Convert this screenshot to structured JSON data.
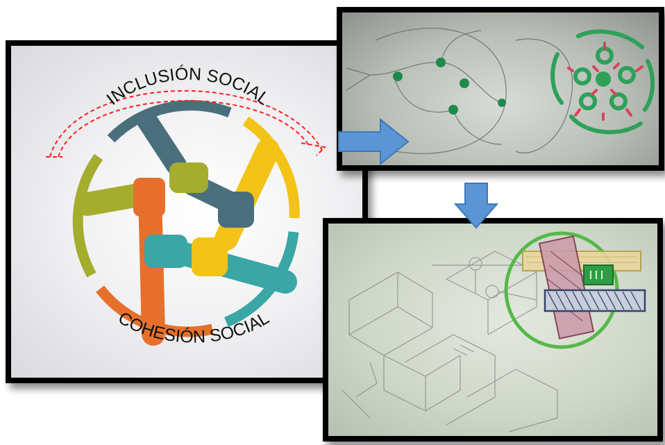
{
  "logo": {
    "top_label": "INCLUSIÓN SOCIAL",
    "bottom_label": "COHESIÓN SOCIAL",
    "colors": {
      "olive": "#a4ad2e",
      "slate": "#4a6f7c",
      "yellow": "#f3c317",
      "teal": "#3aa6a6",
      "orange": "#e6702b",
      "dashed_arrow": "#ff1c1c"
    }
  },
  "arrows": {
    "color": "#5b95d6",
    "right_arrow_icon": "arrow-right-icon",
    "down_arrow_icon": "arrow-down-icon"
  },
  "sketches": {
    "sketch_1_icon": "hand-drawn-network-sketch",
    "sketch_2_icon": "hand-drawn-building-sketch"
  }
}
